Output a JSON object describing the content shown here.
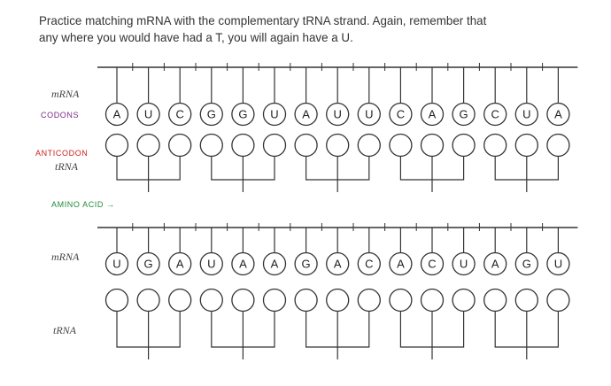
{
  "instructions": {
    "line1": "Practice matching mRNA with the complementary tRNA strand. Again, remember that",
    "line2": "any where you would have had a T, you will again have a U."
  },
  "labels": {
    "mrna_top": "mRNA",
    "codons": "CODONS",
    "anticodon": "ANTICODON",
    "trna_top": "tRNA",
    "amino_acid": "AMINO ACID →",
    "mrna_bottom": "mRNA",
    "trna_bottom": "tRNA"
  },
  "strands": [
    {
      "mrna": [
        "A",
        "U",
        "C",
        "G",
        "G",
        "U",
        "A",
        "U",
        "U",
        "C",
        "A",
        "G",
        "C",
        "U",
        "A"
      ]
    },
    {
      "mrna": [
        "U",
        "G",
        "A",
        "U",
        "A",
        "A",
        "G",
        "A",
        "C",
        "A",
        "C",
        "U",
        "A",
        "G",
        "U"
      ]
    }
  ],
  "colors": {
    "codons": "#7a2a8a",
    "anticodon": "#d02020",
    "amino_acid": "#1e8a3a",
    "ink": "#333333"
  }
}
